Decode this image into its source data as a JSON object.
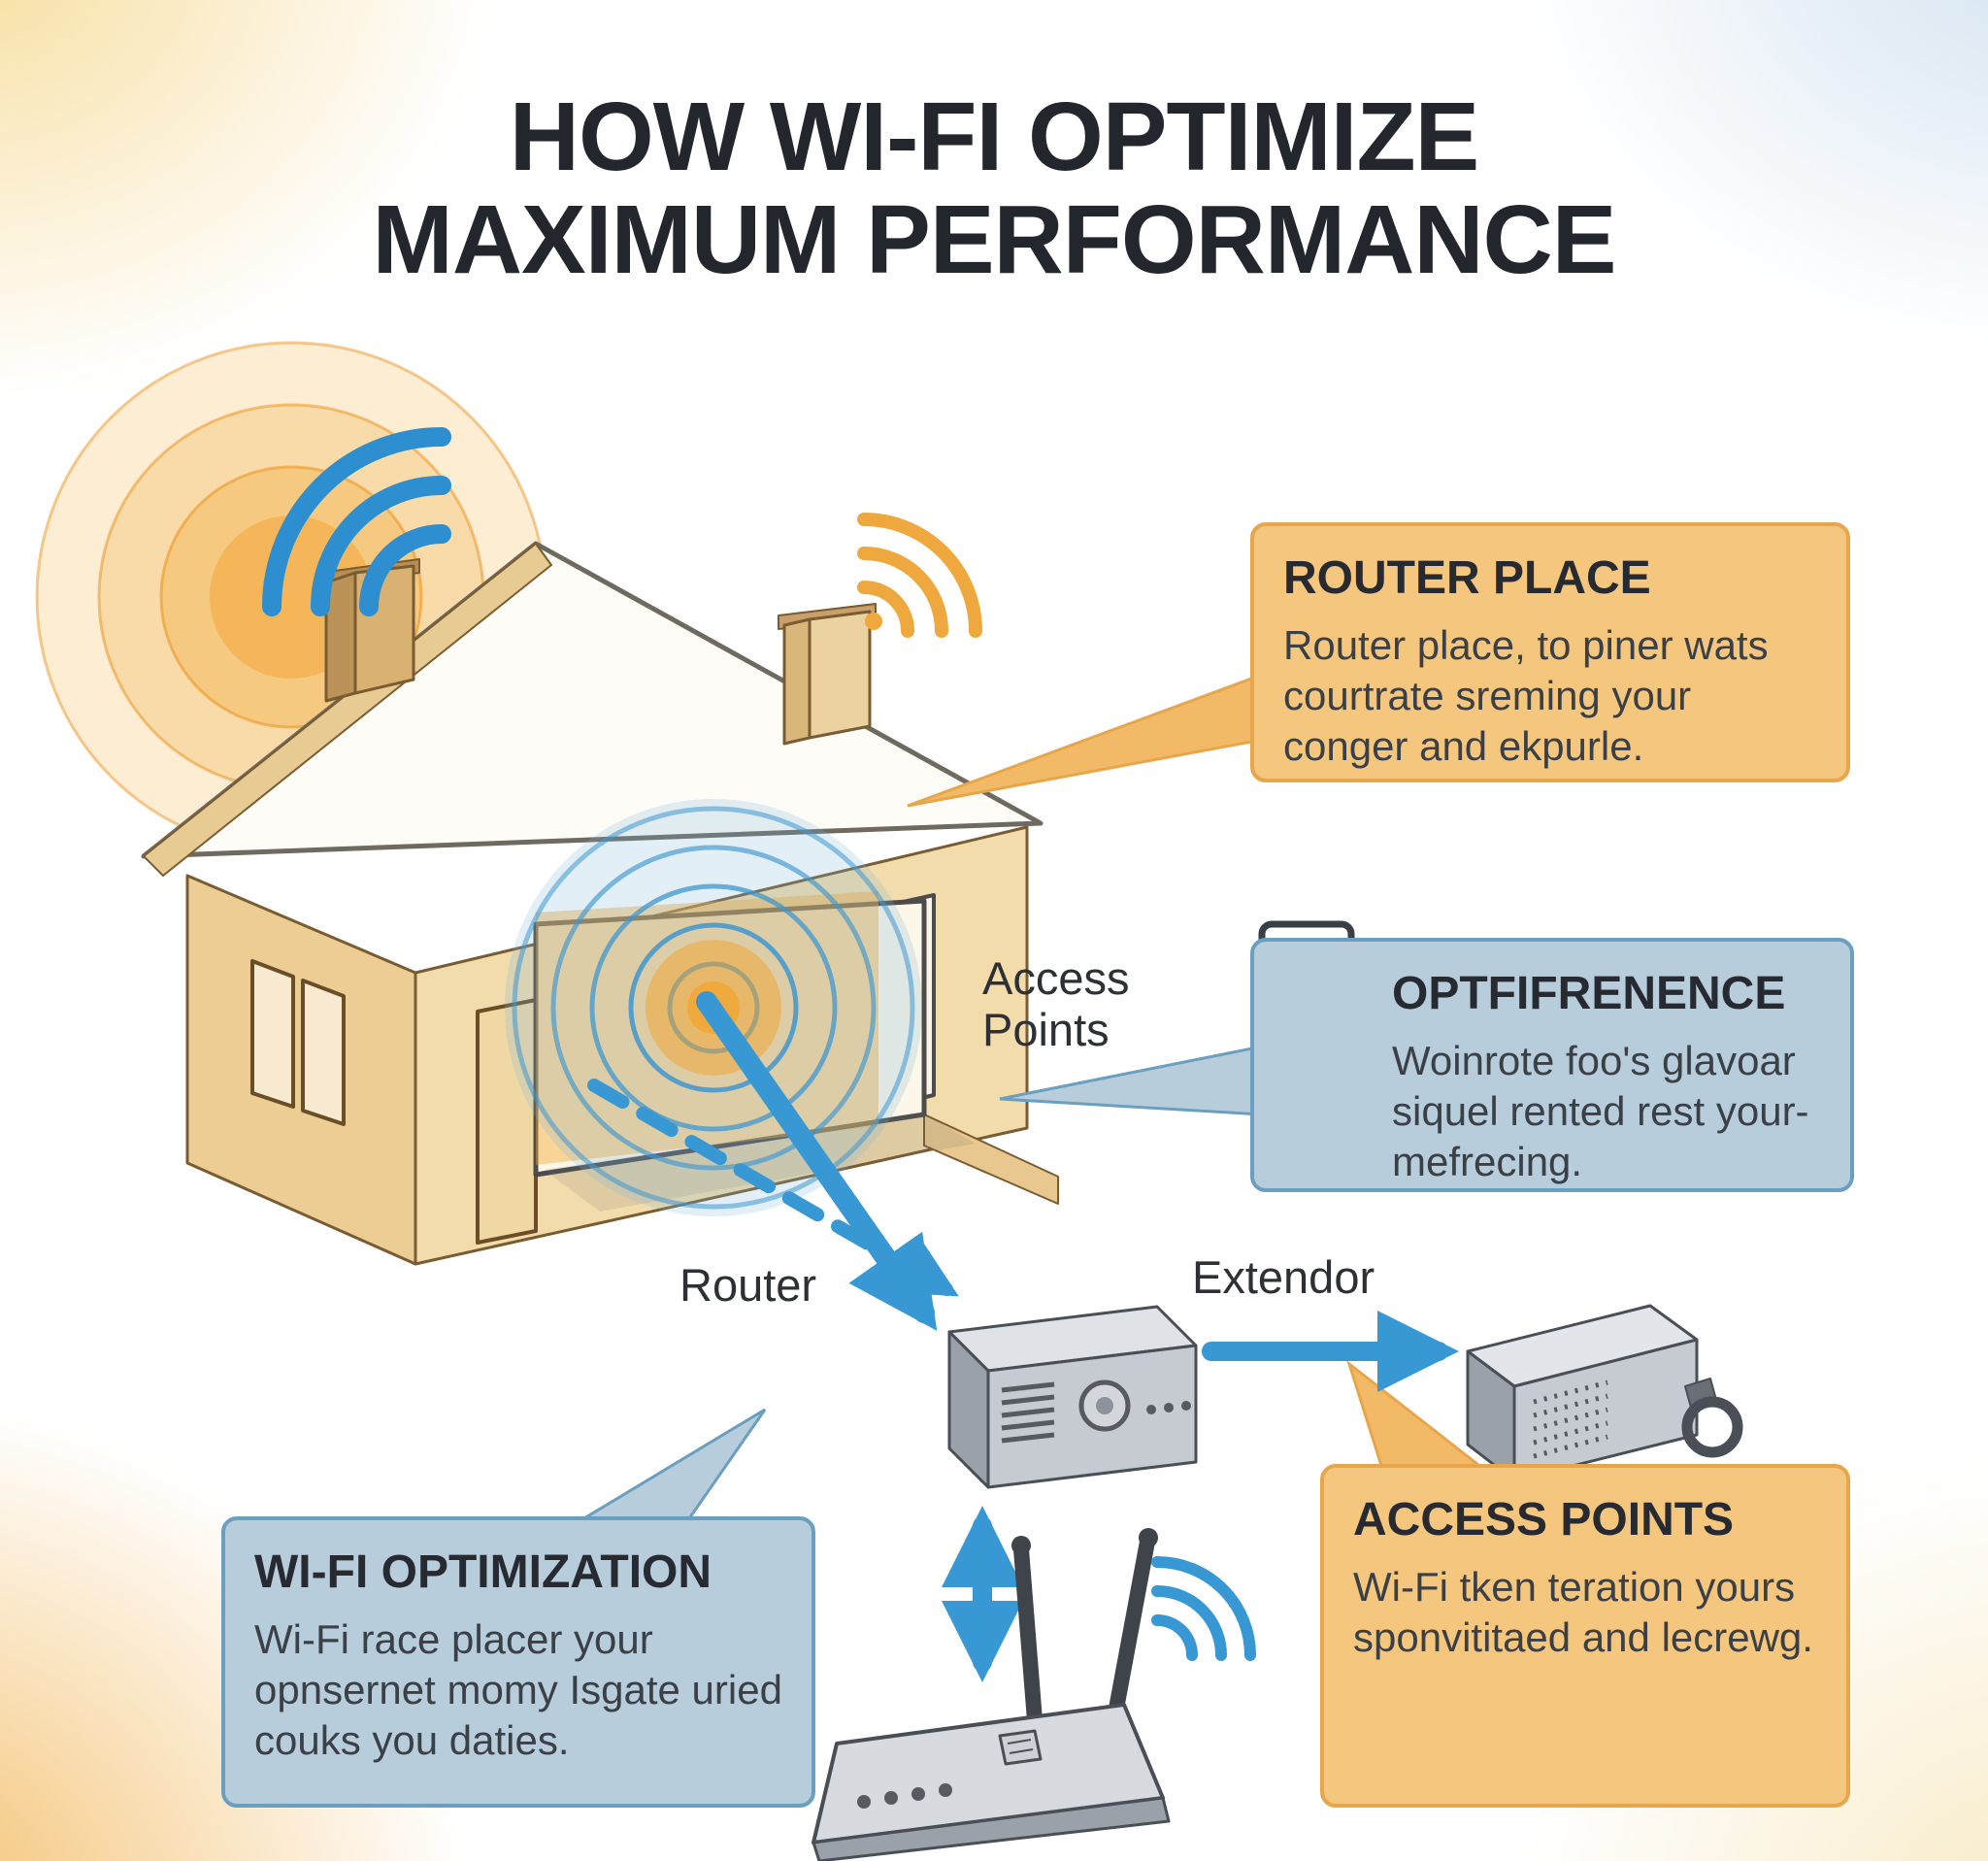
{
  "title": {
    "line1": "HOW WI-FI OPTIMIZE",
    "line2": "MAXIMUM PERFORMANCE"
  },
  "diagram_labels": {
    "access_points_line1": "Access",
    "access_points_line2": "Points",
    "router": "Router",
    "extendor": "Extendor"
  },
  "callouts": {
    "router_place": {
      "heading": "ROUTER PLACE",
      "body": "Router place, to piner wats courtrate sreming your conger and ekpurle."
    },
    "interference": {
      "heading": "OPTFIFRENENCE",
      "body": "Woinrote foo's glavoar siquel rented rest your- mefrecing."
    },
    "wifi_optimization": {
      "heading": "WI-FI OPTIMIZATION",
      "body": "Wi-Fi race placer your opnsernet momy Isgate uried couks you daties."
    },
    "access_points": {
      "heading": "ACCESS POINTS",
      "body": "Wi-Fi tken teration yours sponvititaed and lecrewg."
    }
  },
  "colors": {
    "accent_blue": "#3898d4",
    "accent_orange": "#f0a93c",
    "orange_box_bg": "#f5c67e",
    "orange_box_border": "#e7a64b",
    "blue_box_bg": "#b7cddc",
    "blue_box_border": "#6b9fc0",
    "text_dark": "#23262c"
  }
}
